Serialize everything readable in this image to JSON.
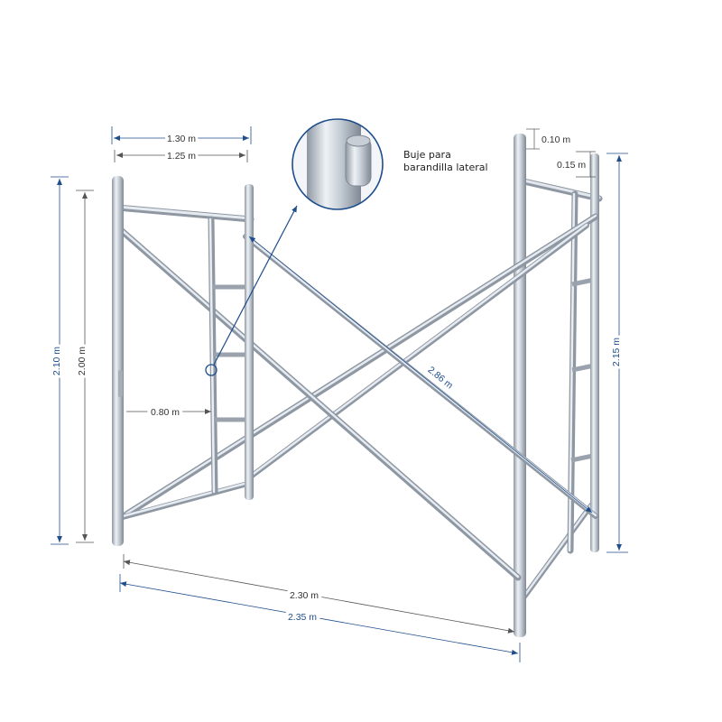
{
  "callout": {
    "line1": "Buje para",
    "line2": "barandilla lateral"
  },
  "dimensions": {
    "width_outer": "1.30 m",
    "width_inner": "1.25 m",
    "height_left_outer": "2.10 m",
    "height_left_inner": "2.00 m",
    "rung_spacing": "0.80 m",
    "diagonal": "2.86 m",
    "length_inner": "2.30 m",
    "length_outer": "2.35 m",
    "top_offset_small": "0.10 m",
    "top_offset": "0.15 m",
    "height_right": "2.15 m"
  },
  "colors": {
    "pipe_light": "#e6ebf1",
    "pipe_mid": "#c3cbd4",
    "pipe_dark": "#8e97a2",
    "dim_blue": "#1f4e8c",
    "dim_gray": "#555555",
    "callout_ring": "#1f4e8c"
  }
}
